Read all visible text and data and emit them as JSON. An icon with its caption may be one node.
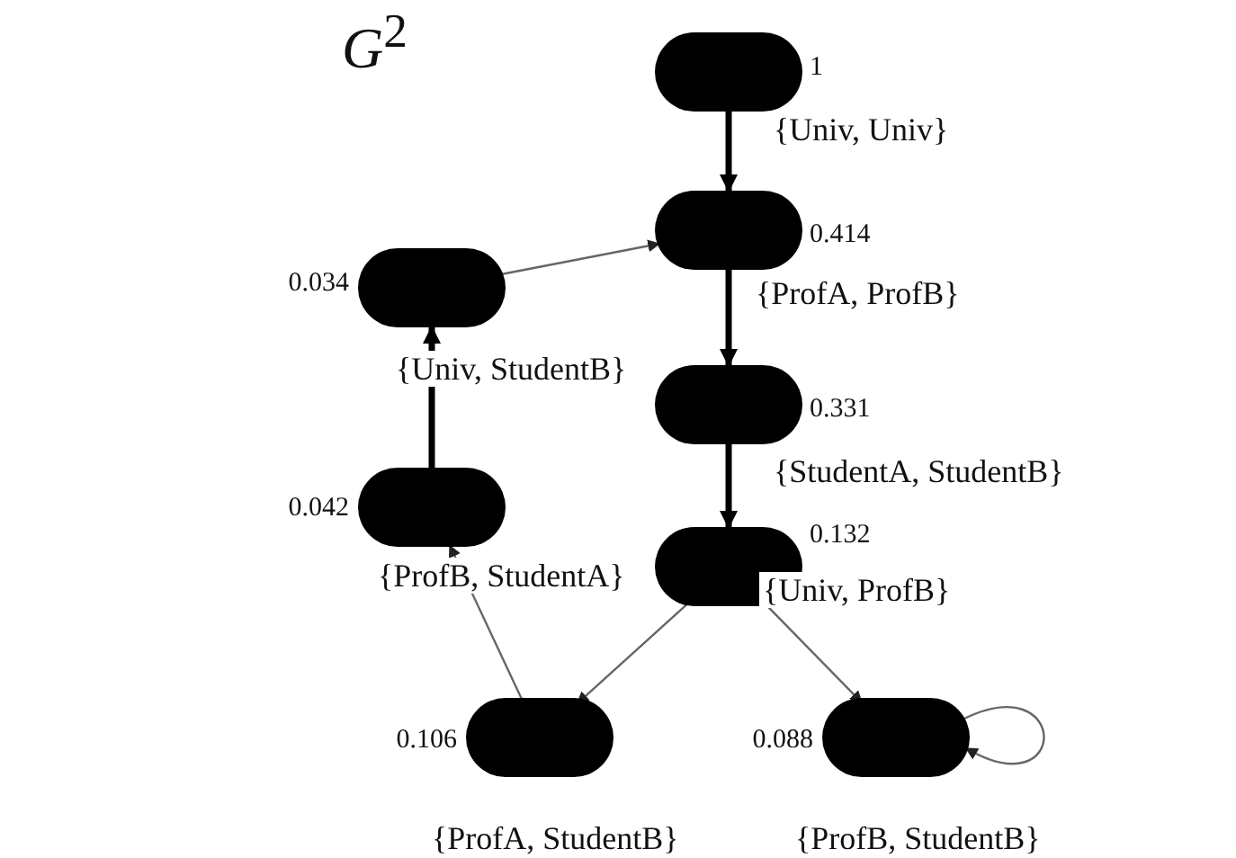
{
  "diagram": {
    "title": "*G*$^{2}$",
    "nodes": [
      {
        "text": [],
        "shape": "circle",
        "beside": [
          "1",
          "{Univ, Univ}"
        ]
      },
      {
        "text": [],
        "shape": "circle",
        "beside": [
          "0.414",
          "{ProfA, ProfB}"
        ]
      },
      {
        "text": [],
        "shape": "circle",
        "beside": [
          "0.331",
          "{StudentA, StudentB}"
        ]
      },
      {
        "text": [],
        "shape": "circle",
        "beside": [
          "0.132",
          "{Univ, ProfB}"
        ]
      },
      {
        "text": [],
        "shape": "circle",
        "beside": [
          "0.106",
          "{ProfA, StudentB}"
        ]
      },
      {
        "text": [],
        "shape": "circle",
        "beside": [
          "0.088",
          "{ProfB, StudentB}"
        ]
      },
      {
        "text": [],
        "shape": "circle",
        "beside": [
          "0.042",
          "{ProfB, StudentA}"
        ]
      },
      {
        "text": [],
        "shape": "circle",
        "beside": [
          "0.034",
          "{Univ, StudentB}"
        ]
      }
    ],
    "edges": [
      {
        "from": 0,
        "to": 1,
        "arrow": "to",
        "style": "thick",
        "color": "#000000"
      },
      {
        "from": 1,
        "to": 2,
        "arrow": "to",
        "style": "thick",
        "color": "#000000"
      },
      {
        "from": 2,
        "to": 3,
        "arrow": "to",
        "style": "thick",
        "color": "#000000"
      },
      {
        "from": 3,
        "to": 4,
        "arrow": "to"
      },
      {
        "from": 3,
        "to": 5,
        "arrow": "to"
      },
      {
        "from": 5,
        "to": 5,
        "arrow": "to"
      },
      {
        "from": 4,
        "to": 6,
        "arrow": "to"
      },
      {
        "from": 6,
        "to": 7,
        "arrow": "to",
        "style": "thick",
        "color": "#000000"
      },
      {
        "from": 7,
        "to": 1,
        "arrow": "to"
      }
    ]
  }
}
